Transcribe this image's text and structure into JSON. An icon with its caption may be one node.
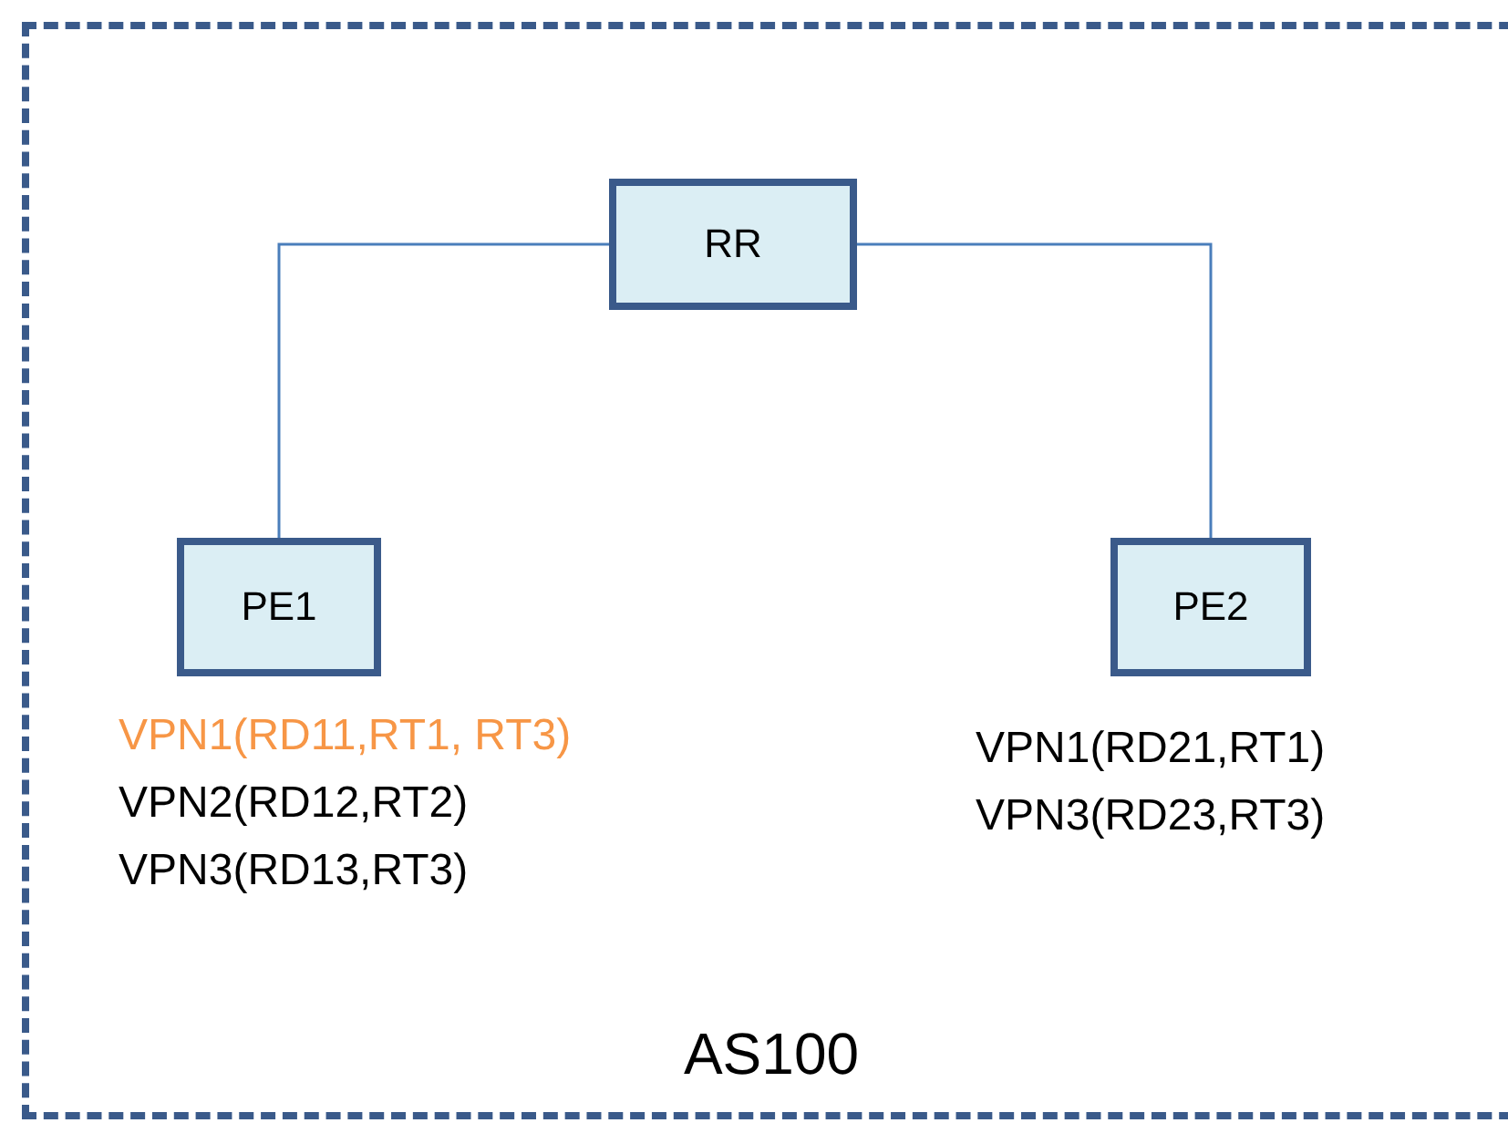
{
  "diagram": {
    "nodes": [
      {
        "text": [
          "AS100"
        ]
      },
      {
        "text": [
          "RR"
        ],
        "in": 0
      },
      {
        "text": [
          "PE1"
        ],
        "in": 0,
        "beside": [
          "VPN1(RD11,RT1, RT3)",
          "VPN2(RD12,RT2)",
          "VPN3(RD13,RT3)"
        ]
      },
      {
        "text": [
          "PE2"
        ],
        "in": 0,
        "beside": [
          "VPN1(RD21,RT1)",
          "VPN3(RD23,RT3)"
        ]
      }
    ],
    "edges": [
      {
        "from": 1,
        "to": 2,
        "arrow": "none"
      },
      {
        "from": 1,
        "to": 3,
        "arrow": "none"
      }
    ]
  }
}
